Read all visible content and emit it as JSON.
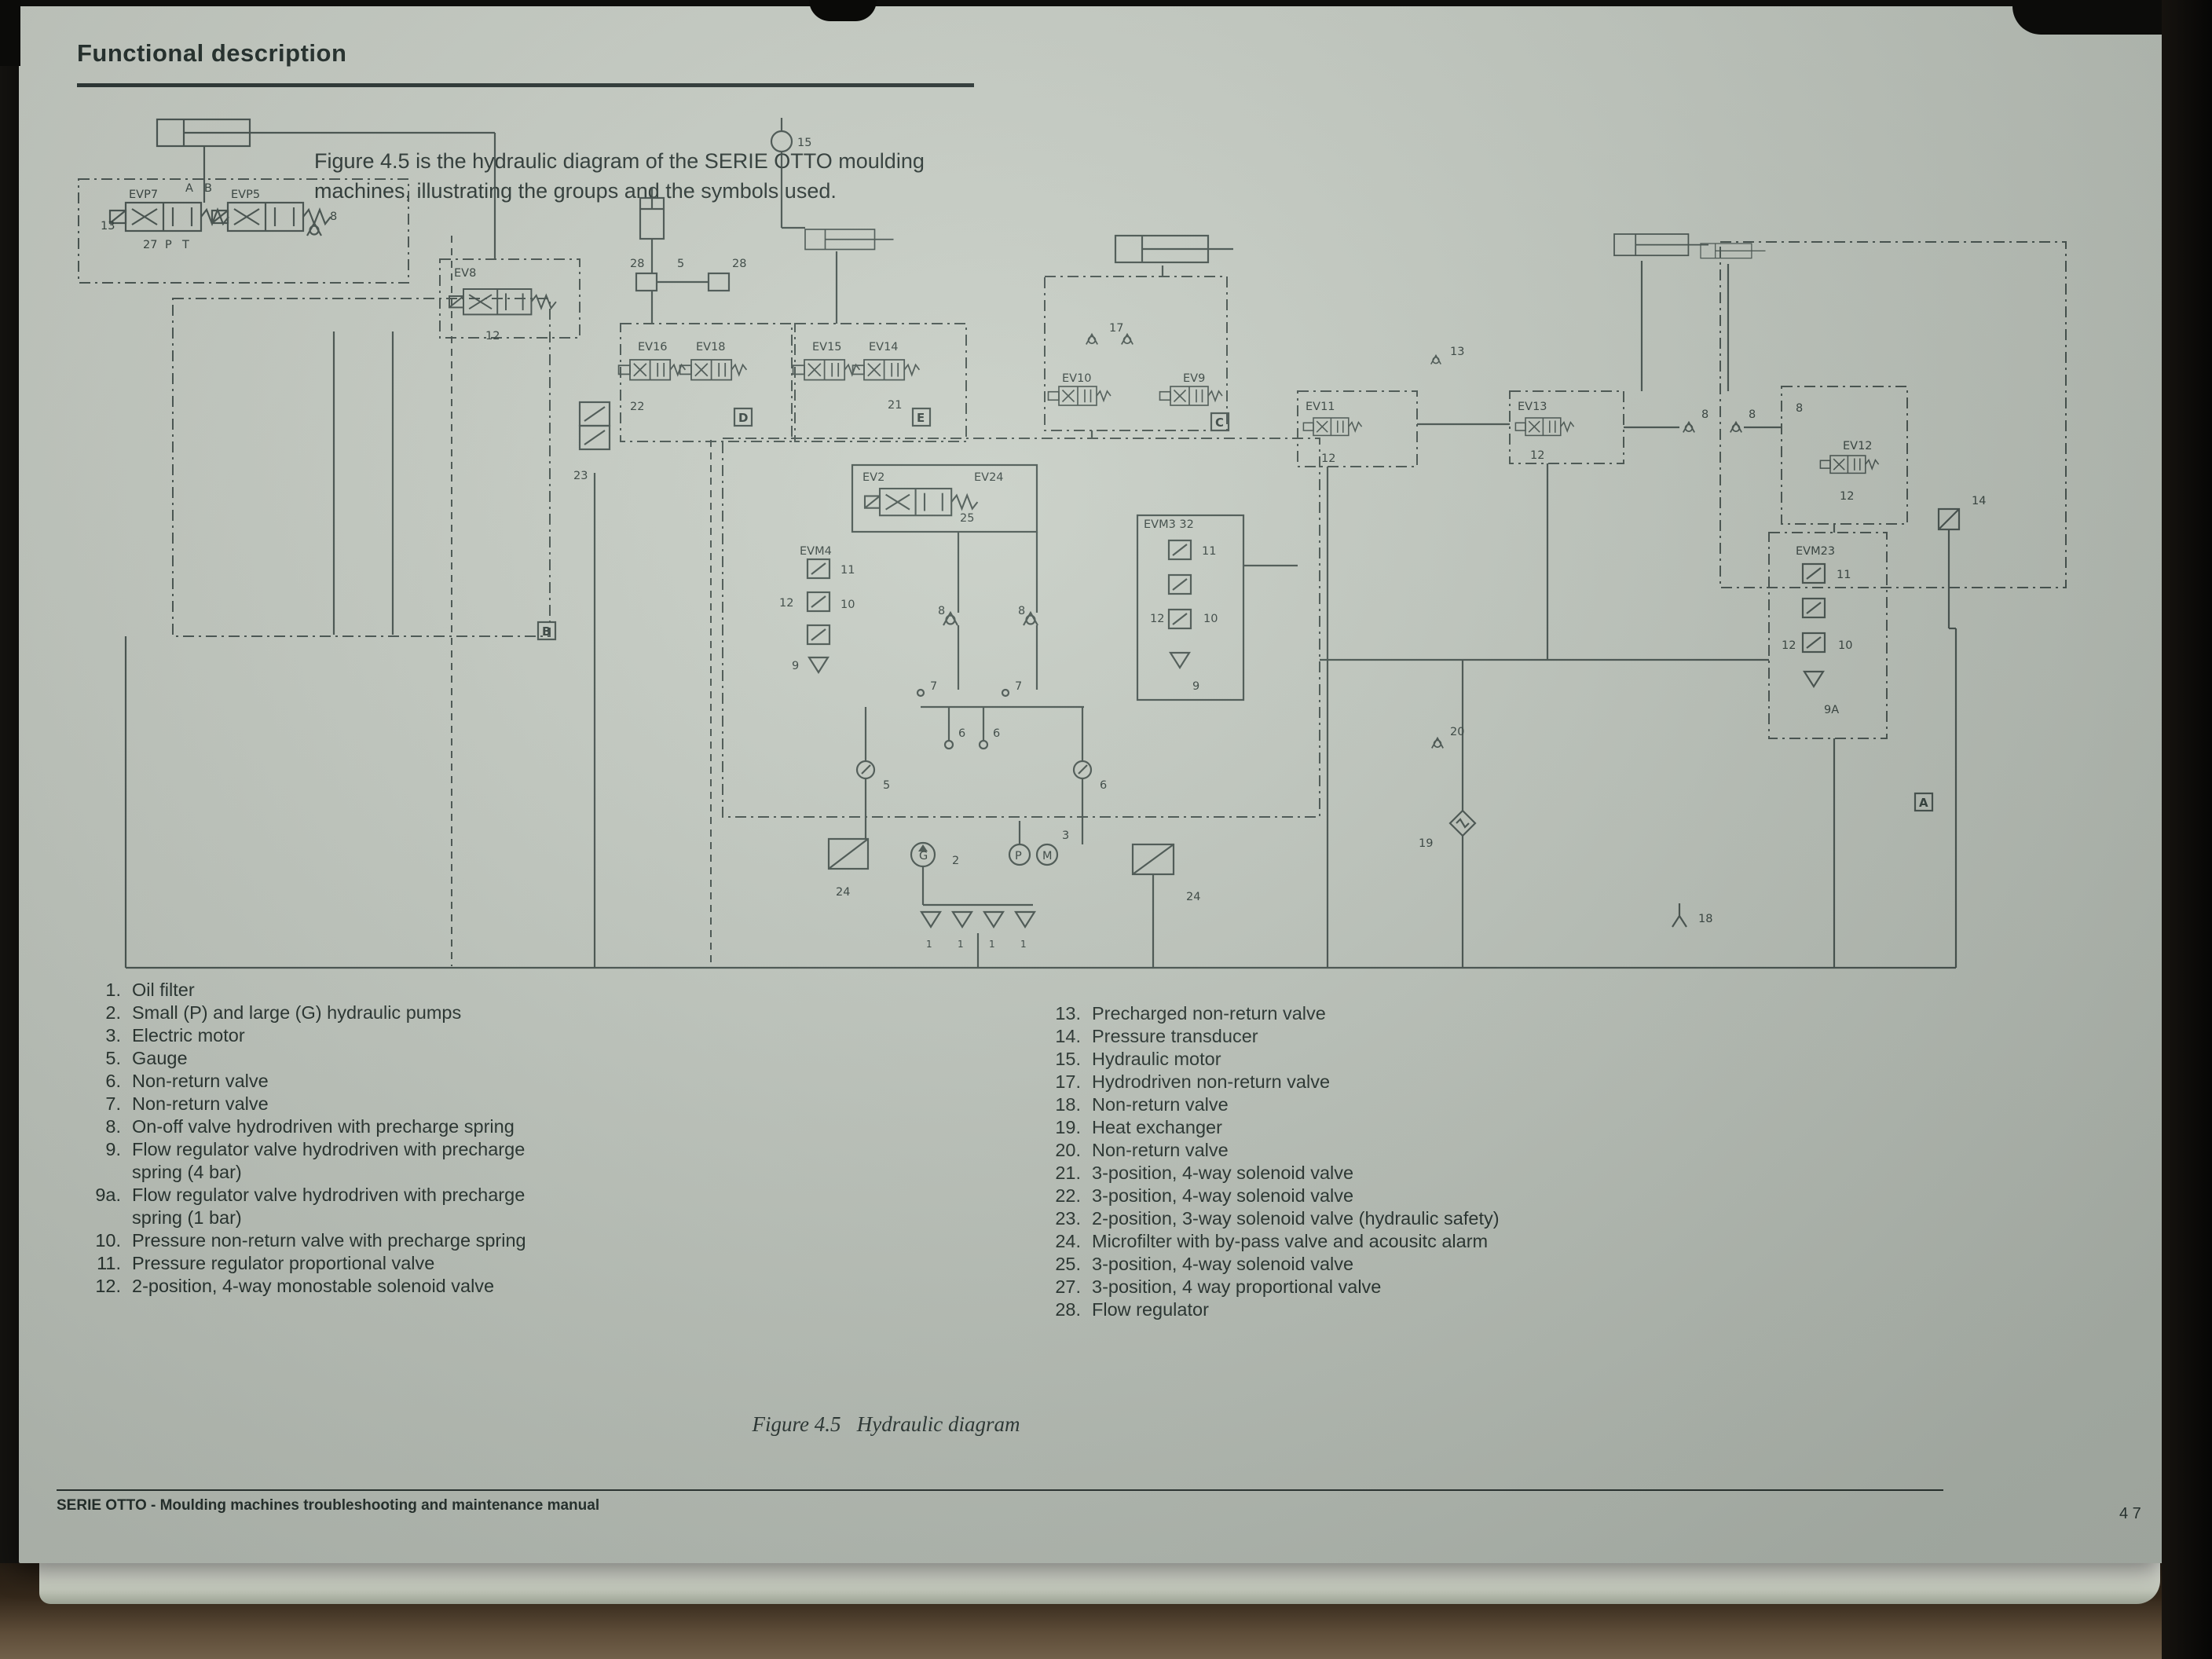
{
  "page": {
    "header_title": "Functional description",
    "intro": {
      "line1": "Figure 4.5 is the hydraulic diagram of the SERIE OTTO moulding",
      "line2": "machines, illustrating the groups and the symbols used."
    },
    "figure_caption": "Figure 4.5   Hydraulic diagram",
    "footer_text": "SERIE OTTO - Moulding machines troubleshooting and maintenance manual",
    "page_number": "4 7"
  },
  "legend": {
    "left": [
      {
        "num": "1.",
        "text": "Oil filter"
      },
      {
        "num": "2.",
        "text": "Small (P) and large (G) hydraulic pumps"
      },
      {
        "num": "3.",
        "text": "Electric motor"
      },
      {
        "num": "5.",
        "text": "Gauge"
      },
      {
        "num": "6.",
        "text": "Non-return valve"
      },
      {
        "num": "7.",
        "text": "Non-return valve"
      },
      {
        "num": "8.",
        "text": "On-off valve hydrodriven with precharge spring"
      },
      {
        "num": "9.",
        "text": "Flow regulator valve hydrodriven with precharge spring (4 bar)"
      },
      {
        "num": "9a.",
        "text": "Flow regulator valve hydrodriven with precharge spring (1 bar)"
      },
      {
        "num": "10.",
        "text": "Pressure non-return valve with precharge spring"
      },
      {
        "num": "11.",
        "text": "Pressure regulator proportional valve"
      },
      {
        "num": "12.",
        "text": "2-position, 4-way monostable solenoid valve"
      }
    ],
    "right": [
      {
        "num": "13.",
        "text": "Precharged non-return valve"
      },
      {
        "num": "14.",
        "text": "Pressure transducer"
      },
      {
        "num": "15.",
        "text": "Hydraulic motor"
      },
      {
        "num": "17.",
        "text": "Hydrodriven non-return valve"
      },
      {
        "num": "18.",
        "text": "Non-return valve"
      },
      {
        "num": "19.",
        "text": "Heat exchanger"
      },
      {
        "num": "20.",
        "text": "Non-return valve"
      },
      {
        "num": "21.",
        "text": "3-position, 4-way solenoid valve"
      },
      {
        "num": "22.",
        "text": "3-position, 4-way solenoid valve"
      },
      {
        "num": "23.",
        "text": "2-position, 3-way solenoid valve (hydraulic safety)"
      },
      {
        "num": "24.",
        "text": "Microfilter with by-pass valve and acousitc alarm"
      },
      {
        "num": "25.",
        "text": "3-position, 4-way solenoid valve"
      },
      {
        "num": "27.",
        "text": "3-position, 4 way proportional valve"
      },
      {
        "num": "28.",
        "text": "Flow regulator"
      }
    ]
  },
  "diagram": {
    "labels": {
      "evp7": "EVP7",
      "evp5": "EVP5",
      "ev8": "EV8",
      "ev16": "EV16",
      "ev18": "EV18",
      "ev15": "EV15",
      "ev14": "EV14",
      "ev10": "EV10",
      "ev9": "EV9",
      "ev2": "EV2",
      "ev24": "EV24",
      "ev11": "EV11",
      "ev13": "EV13",
      "ev12": "EV12",
      "evm4": "EVM4",
      "evm3": "EVM3 32",
      "evm23": "EVM23",
      "tag_a": "A",
      "tag_b": "B",
      "tag_c": "C",
      "tag_d": "D",
      "tag_e": "E",
      "p": "P",
      "t": "T",
      "g": "G",
      "m": "M",
      "n1": "1",
      "n2": "2",
      "n3": "3",
      "n5": "5",
      "n6": "6",
      "n7": "7",
      "n8": "8",
      "n9": "9",
      "n9a": "9A",
      "n10": "10",
      "n11": "11",
      "n12": "12",
      "n13": "13",
      "n14": "14",
      "n15": "15",
      "n17": "17",
      "n18": "18",
      "n19": "19",
      "n20": "20",
      "n21": "21",
      "n22": "22",
      "n23": "23",
      "n24": "24",
      "n25": "25",
      "n27": "27",
      "n28": "28"
    }
  }
}
